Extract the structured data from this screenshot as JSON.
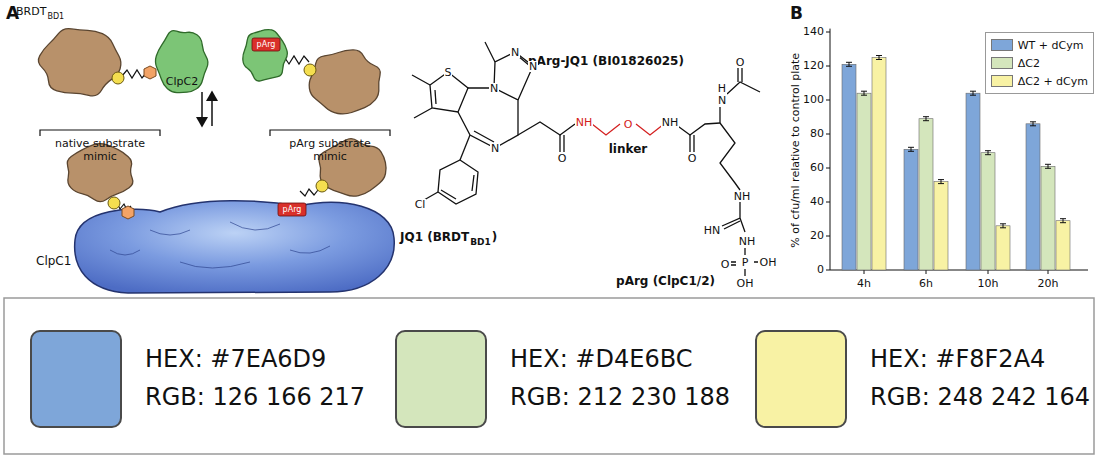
{
  "diagram": {
    "labels": [
      "A",
      "BRDT",
      "BD1",
      "ClpC2",
      "native substrate mimic",
      "pArg substrate mimic",
      "pArg",
      "pArg",
      "ClpC1",
      "pArg-JQ1 (BI01826025)",
      "JQ1 (BRDT",
      "BD1",
      ")",
      "linker",
      "pArg (ClpC1/2)",
      "S",
      "N",
      "N",
      "N",
      "N",
      "Cl",
      "O",
      "NH",
      "O",
      "NH",
      "O",
      "N",
      "H",
      "O",
      "NH",
      "HN",
      "NH",
      "P",
      "O",
      "OH",
      "OH",
      "B",
      "0",
      "20",
      "40",
      "60",
      "80",
      "100",
      "120",
      "140",
      "% of cfu/ml relative to control plate",
      "4h",
      "6h",
      "10h",
      "20h",
      "RGB: 126 166 217",
      "RGB: 212 230 188",
      "RGB: 248 242 164"
    ],
    "legend": [
      {
        "text": "WT + dCym",
        "color": "#7EA6D9"
      },
      {
        "text": "ΔC2",
        "color": "#D4E6BC"
      },
      {
        "text": "ΔC2 + dCym",
        "color": "#F8F2A4"
      },
      {
        "text": "HEX: #7EA6D9",
        "color": "#7EA6D9"
      },
      {
        "text": "HEX: #D4E6BC",
        "color": "#D4E6BC"
      },
      {
        "text": "HEX: #F8F2A4",
        "color": "#F8F2A4"
      }
    ]
  }
}
